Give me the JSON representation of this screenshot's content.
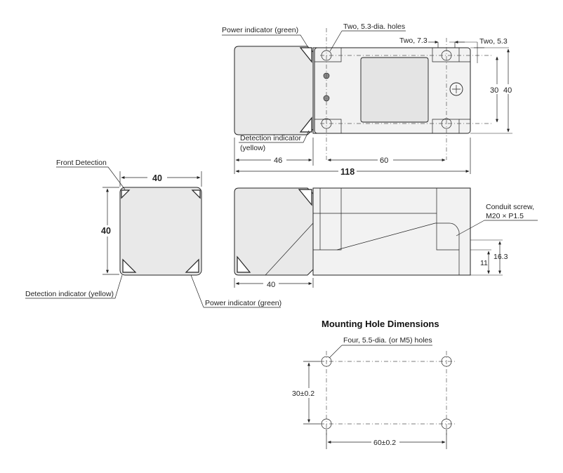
{
  "top_view": {
    "power_indicator": "Power indicator (green)",
    "holes": "Two, 5.3-dia. holes",
    "two_7_3": "Two, 7.3",
    "two_5_3": "Two, 5.3",
    "dim_30": "30",
    "dim_40": "40",
    "detection_indicator_1": "Detection indicator",
    "detection_indicator_2": "(yellow)",
    "dim_46": "46",
    "dim_60": "60",
    "dim_118": "118"
  },
  "front_view": {
    "front_detection": "Front Detection",
    "dim_width": "40",
    "dim_height": "40",
    "detection_indicator": "Detection indicator (yellow)",
    "power_indicator": "Power indicator (green)"
  },
  "side_view": {
    "conduit_1": "Conduit screw,",
    "conduit_2": "M20 × P1.5",
    "dim_16_3": "16.3",
    "dim_11": "11",
    "dim_40": "40"
  },
  "mounting": {
    "title": "Mounting Hole Dimensions",
    "holes": "Four, 5.5-dia. (or M5) holes",
    "dim_30": "30±0.2",
    "dim_60": "60±0.2"
  }
}
